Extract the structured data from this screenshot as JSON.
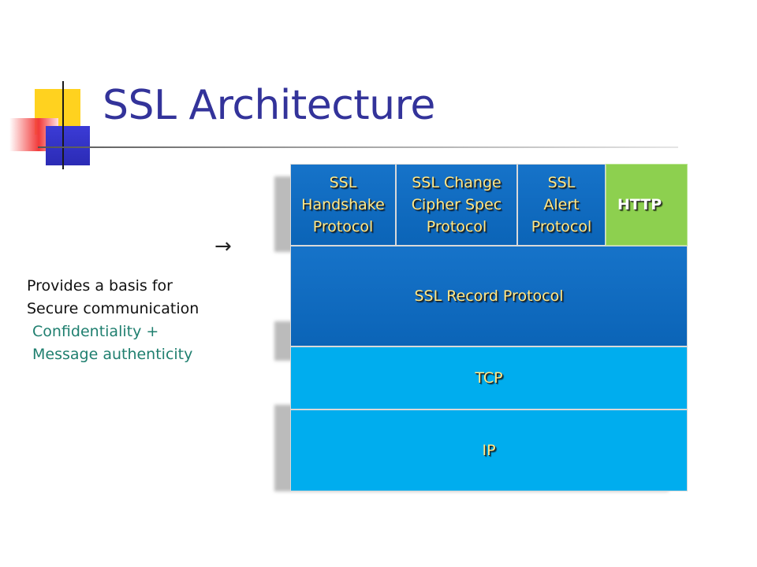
{
  "slide": {
    "title": "SSL Architecture"
  },
  "arrow": "→",
  "description": {
    "line1": "Provides a basis for",
    "line2": "Secure communication",
    "line3": "Confidentiality +",
    "line4": "Message authenticity"
  },
  "diagram": {
    "top_layer": [
      {
        "label": "SSL\nHandshake\nProtocol"
      },
      {
        "label": "SSL Change\nCipher Spec\nProtocol"
      },
      {
        "label": "SSL\nAlert\nProtocol"
      },
      {
        "label": "HTTP"
      }
    ],
    "record_layer": "SSL Record Protocol",
    "transport_layer": "TCP",
    "network_layer": "IP"
  },
  "colors": {
    "title": "#33339a",
    "ssl_layer": "#0b64b7",
    "transport_layer": "#00adee",
    "http": "#8dd04f",
    "label_text": "#ffe98a",
    "highlight_text": "#1f7f6f"
  }
}
